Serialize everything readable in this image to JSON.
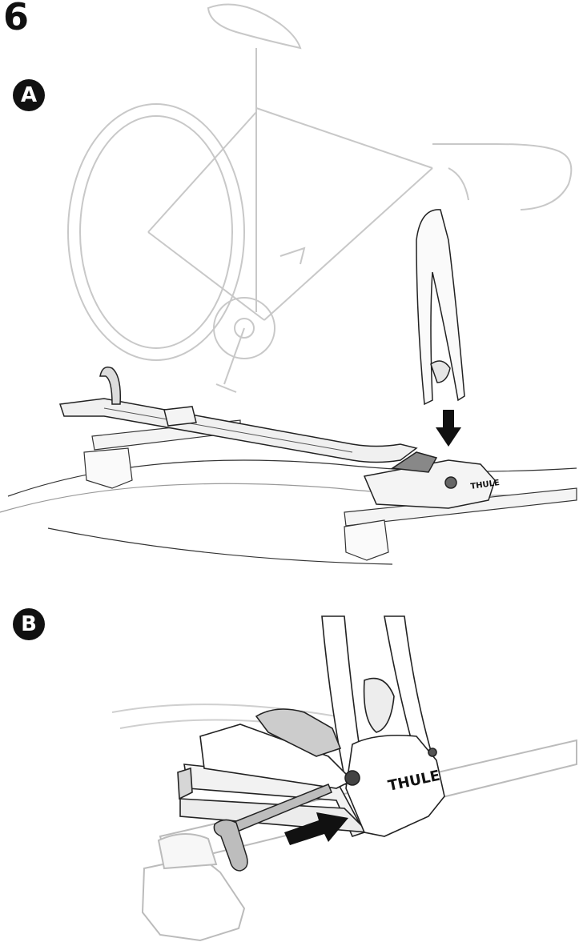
{
  "step": {
    "number": "6"
  },
  "panels": [
    {
      "label": "A",
      "brand_text": "THULE"
    },
    {
      "label": "B",
      "brand_text": "THULE"
    }
  ],
  "colors": {
    "ink": "#111111",
    "ghost_line": "#c8c8c8",
    "mount_fill": "#f2f2f2",
    "axle_fill": "#bdbdbd",
    "arrow": "#111111"
  }
}
